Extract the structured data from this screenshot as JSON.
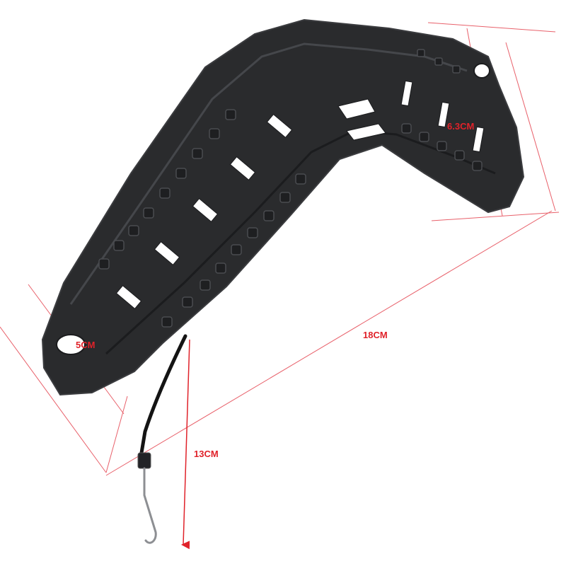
{
  "product": {
    "name": "helmet side rail with bungee cord",
    "colors": {
      "body": "#2a2b2d",
      "edge": "#3b3c3f",
      "slot": "#ffffff",
      "cord": "#141414",
      "dimension": "#e0222a"
    }
  },
  "dimensions": {
    "length_label": "18CM",
    "width_label": "5CM",
    "end_width_label": "6.3CM",
    "cord_label": "13CM"
  }
}
